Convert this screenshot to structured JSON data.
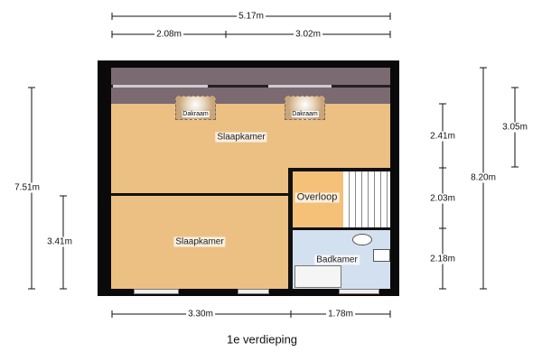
{
  "title": "1e verdieping",
  "rooms": {
    "slaapkamer_top": "Slaapkamer",
    "slaapkamer_bottom": "Slaapkamer",
    "overloop": "Overloop",
    "badkamer": "Badkamer"
  },
  "skylights": [
    "Dakraam",
    "Dakraam"
  ],
  "dimensions": {
    "top_total": "5.17m",
    "top_left": "2.08m",
    "top_right": "3.02m",
    "left_total": "7.51m",
    "left_lower": "3.41m",
    "right_1": "2.41m",
    "right_2": "2.03m",
    "right_3": "2.18m",
    "right_roof": "3.05m",
    "right_total": "8.20m",
    "bottom_left": "3.30m",
    "bottom_right": "1.78m"
  },
  "colors": {
    "wall": "#0a0a0a",
    "roof": "#7b6a72",
    "floor": "#ecc083",
    "overloop": "#f5c078",
    "bath": "#d3e0ef"
  }
}
